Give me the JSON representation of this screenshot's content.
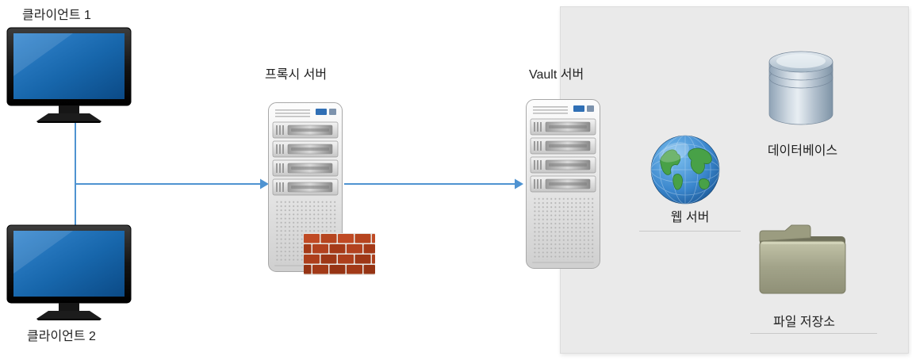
{
  "nodes": {
    "client1": {
      "label": "클라이언트 1"
    },
    "client2": {
      "label": "클라이언트 2"
    },
    "proxy": {
      "label": "프록시 서버"
    },
    "vault": {
      "label": "Vault 서버"
    },
    "web_server": {
      "label": "웹 서버"
    },
    "database": {
      "label": "데이터베이스"
    },
    "file_storage": {
      "label": "파일 저장소"
    }
  },
  "colors": {
    "connector_blue": "#4f93d1",
    "panel_background": "#eaeaea",
    "monitor_screen_blue": "#1d6ab2",
    "firewall_brick_red": "#a8401f",
    "folder_khaki": "#a2a389",
    "globe_sea_blue": "#3a86cc",
    "database_metal": "#b4c2cf",
    "server_body_gray": "#e2e2e2"
  }
}
